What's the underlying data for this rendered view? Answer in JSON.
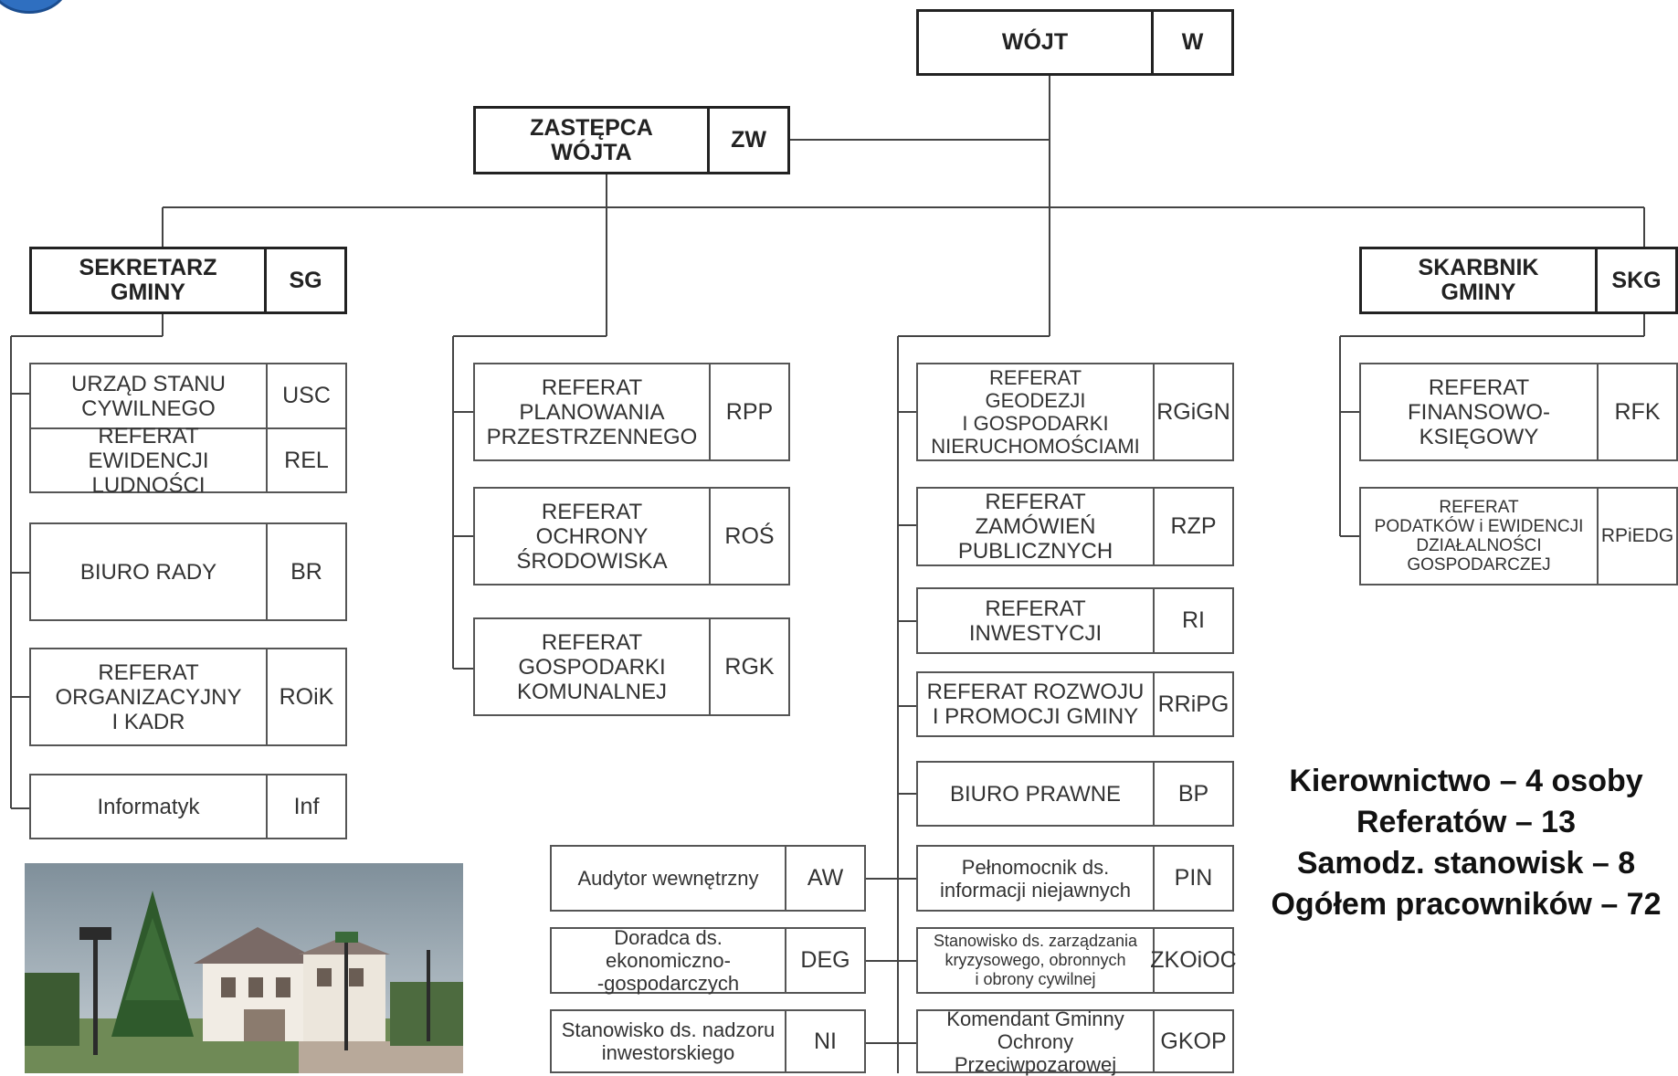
{
  "leadership": {
    "wojt": {
      "label": "WÓJT",
      "code": "W"
    },
    "deputy": {
      "label": "ZASTĘPCA\nWÓJTA",
      "code": "ZW"
    },
    "secretary": {
      "label": "SEKRETARZ\nGMINY",
      "code": "SG"
    },
    "treasurer": {
      "label": "SKARBNIK\nGMINY",
      "code": "SKG"
    }
  },
  "secretary_units": [
    {
      "label": "URZĄD STANU\nCYWILNEGO",
      "code": "USC"
    },
    {
      "label": "REFERAT\nEWIDENCJI LUDNOŚCI",
      "code": "REL"
    },
    {
      "label": "BIURO  RADY",
      "code": "BR"
    },
    {
      "label": "REFERAT\nORGANIZACYJNY\nI  KADR",
      "code": "ROiK"
    },
    {
      "label": "Informatyk",
      "code": "Inf"
    }
  ],
  "deputy_units": [
    {
      "label": "REFERAT\nPLANOWANIA\nPRZESTRZENNEGO",
      "code": "RPP"
    },
    {
      "label": "REFERAT\nOCHRONY\nŚRODOWISKA",
      "code": "ROŚ"
    },
    {
      "label": "REFERAT\nGOSPODARKI\nKOMUNALNEJ",
      "code": "RGK"
    }
  ],
  "wojt_units": [
    {
      "label": "REFERAT\nGEODEZJI\nI  GOSPODARKI\nNIERUCHOMOŚCIAMI",
      "code": "RGiGN"
    },
    {
      "label": "REFERAT\nZAMÓWIEŃ\nPUBLICZNYCH",
      "code": "RZP"
    },
    {
      "label": "REFERAT\nINWESTYCJI",
      "code": "RI"
    },
    {
      "label": "REFERAT ROZWOJU\nI PROMOCJI GMINY",
      "code": "RRiPG"
    },
    {
      "label": "BIURO  PRAWNE",
      "code": "BP"
    },
    {
      "label": "Pełnomocnik ds.\ninformacji niejawnych",
      "code": "PIN"
    },
    {
      "label": "Stanowisko ds. zarządzania\nkryzysowego, obronnych\ni obrony cywilnej",
      "code": "ZKOiOC"
    },
    {
      "label": "Komendant Gminny\nOchrony Przeciwpozarowej",
      "code": "GKOP"
    }
  ],
  "side_units": [
    {
      "label": "Audytor wewnętrzny",
      "code": "AW"
    },
    {
      "label": "Doradca ds. ekonomiczno-\n-gospodarczych",
      "code": "DEG"
    },
    {
      "label": "Stanowisko ds. nadzoru\ninwestorskiego",
      "code": "NI"
    }
  ],
  "treasurer_units": [
    {
      "label": "REFERAT\nFINANSOWO-\nKSIĘGOWY",
      "code": "RFK"
    },
    {
      "label": "REFERAT\nPODATKÓW  i  EWIDENCJI\nDZIAŁALNOŚCI\nGOSPODARCZEJ",
      "code": "RPiEDG"
    }
  ],
  "stats": [
    "Kierownictwo – 4 osoby",
    "Referatów – 13",
    "Samodz. stanowisk – 8",
    "Ogółem pracowników  – 72"
  ]
}
